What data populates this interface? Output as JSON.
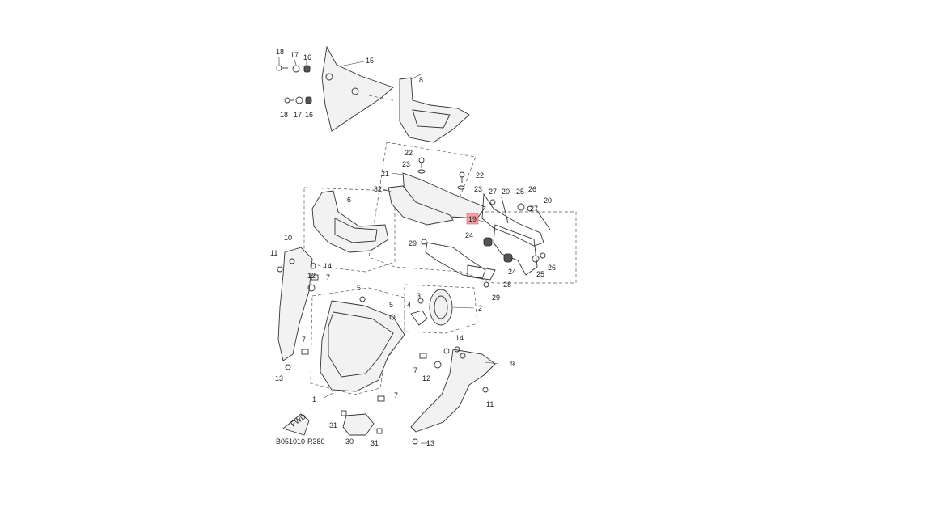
{
  "diagram": {
    "reference_code": "B051010-R380",
    "fwd_label": "FWD",
    "highlight_color": "#f3a0a8",
    "callouts": {
      "c1": "1",
      "c2": "2",
      "c3": "3",
      "c4": "4",
      "c5a": "5",
      "c5b": "5",
      "c6": "6",
      "c7a": "7",
      "c7b": "7",
      "c7c": "7",
      "c7d": "7",
      "c8": "8",
      "c9": "9",
      "c10": "10",
      "c11a": "11",
      "c11b": "11",
      "c12a": "12",
      "c12b": "12",
      "c13a": "13",
      "c13b": "13",
      "c14a": "14",
      "c14b": "14",
      "c15": "15",
      "c16a": "16",
      "c16b": "16",
      "c17a": "17",
      "c17b": "17",
      "c18a": "18",
      "c18b": "18",
      "c19": "19",
      "c20a": "20",
      "c20b": "20",
      "c21": "21",
      "c22a": "22",
      "c22b": "22",
      "c23a": "23",
      "c23b": "23",
      "c24a": "24",
      "c24b": "24",
      "c25a": "25",
      "c25b": "25",
      "c26a": "26",
      "c26b": "26",
      "c27a": "27",
      "c27b": "27",
      "c28": "28",
      "c29a": "29",
      "c29b": "29",
      "c30": "30",
      "c31a": "31",
      "c31b": "31",
      "c32": "32"
    }
  }
}
